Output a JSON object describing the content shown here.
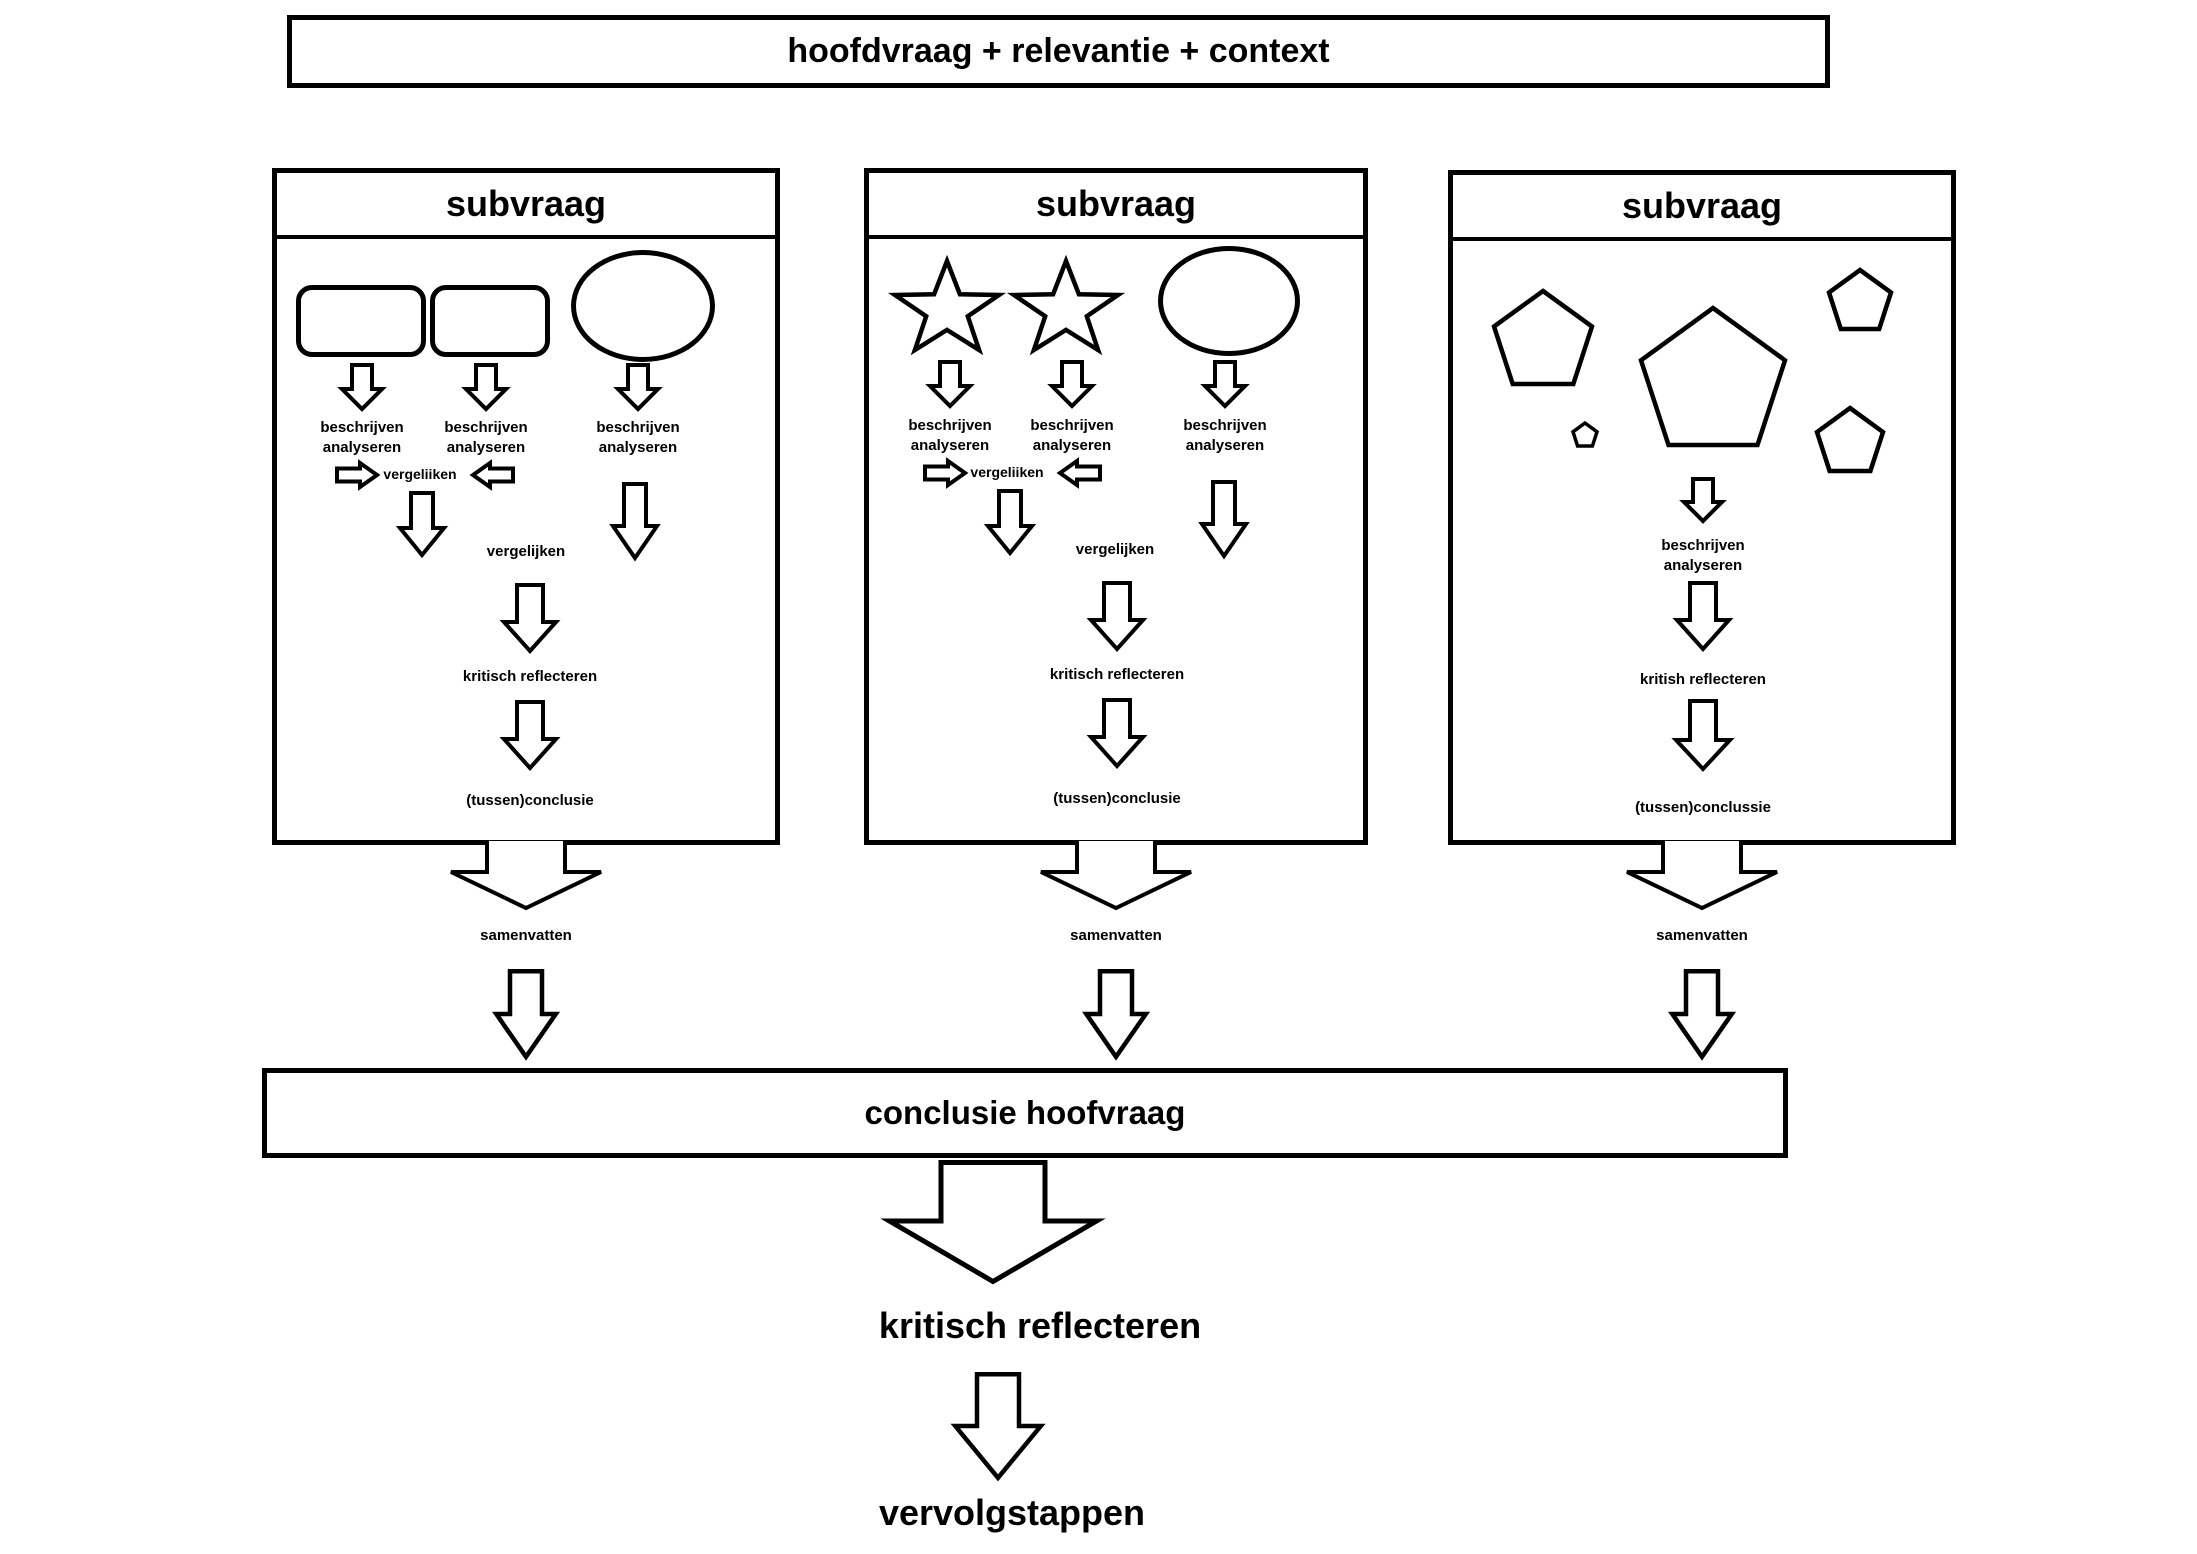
{
  "main_question": {
    "title": "hoofdvraag + relevantie + context"
  },
  "subvraags": [
    {
      "title": "subvraag",
      "shapes": [
        "rounded-rectangle",
        "rounded-rectangle",
        "ellipse"
      ],
      "column_labels": [
        "beschrijven\nanalyseren",
        "beschrijven\nanalyseren",
        "beschrijven\nanalyseren"
      ],
      "compare_row_label": "vergeliiken",
      "compare_label": "vergelijken",
      "reflect_label": "kritisch reflecteren",
      "conclusion_label": "(tussen)conclusie",
      "summary_label": "samenvatten"
    },
    {
      "title": "subvraag",
      "shapes": [
        "star",
        "star",
        "ellipse"
      ],
      "column_labels": [
        "beschrijven\nanalyseren",
        "beschrijven\nanalyseren",
        "beschrijven\nanalyseren"
      ],
      "compare_row_label": "vergeliiken",
      "compare_label": "vergelijken",
      "reflect_label": "kritisch reflecteren",
      "conclusion_label": "(tussen)conclusie",
      "summary_label": "samenvatten"
    },
    {
      "title": "subvraag",
      "shapes": [
        "pentagon",
        "pentagon",
        "pentagon",
        "pentagon",
        "pentagon"
      ],
      "describe_label": "beschrijven\nanalyseren",
      "reflect_label": "kritish reflecteren",
      "conclusion_label": "(tussen)conclussie",
      "summary_label": "samenvatten"
    }
  ],
  "conclusion_box": {
    "title": "conclusie hoofvraag"
  },
  "footer": {
    "reflect_label": "kritisch reflecteren",
    "next_steps_label": "vervolgstappen"
  }
}
